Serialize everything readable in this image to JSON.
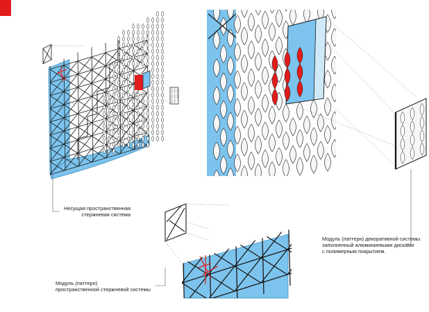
{
  "colors": {
    "glass": "#7cc4ee",
    "glass_stroke": "#3e8fbf",
    "highlight": "#e21b1b",
    "line": "#1a1a1a",
    "disc_fill": "#f6f6f6",
    "leader": "#8a8a8a"
  },
  "labels": {
    "truss_system": {
      "line1": "Несущая пространственная",
      "line2": "стержневая система"
    },
    "decor_module": {
      "line1": "Модуль (паттерн)  декоративной системы",
      "line2": "заполненный алюминиевыми дисками",
      "line3": "с полимерным покрытием."
    },
    "truss_module": {
      "line1": "Модуль (паттерн)",
      "line2": "пространственной стержневой системы"
    }
  }
}
